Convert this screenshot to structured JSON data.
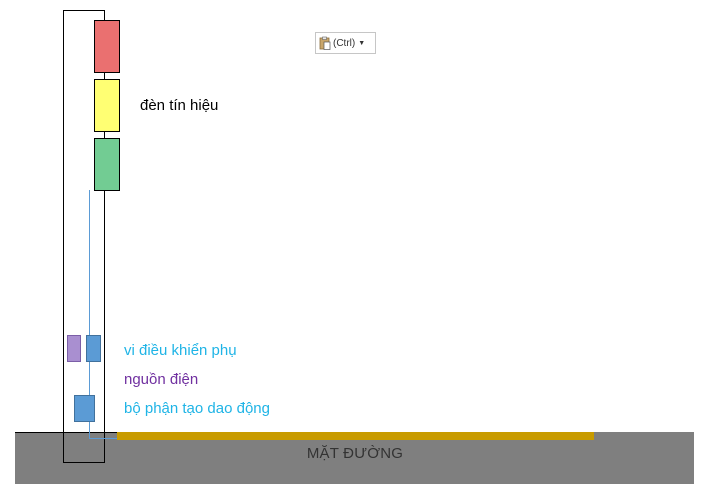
{
  "labels": {
    "traffic_light": "đèn tín hiệu",
    "microcontroller": "vi điều khiển phụ",
    "power_source": "nguồn điện",
    "oscillator": "bộ phận tạo dao động",
    "road": "MẶT ĐƯỜNG"
  },
  "paste_options": {
    "label": "(Ctrl)",
    "icon": "clipboard-paste-icon"
  },
  "colors": {
    "red_light": "#ea7070",
    "yellow_light": "#ffff73",
    "green_light": "#72cc93",
    "mcu_label": "#1fb4e6",
    "power_label": "#7030a0",
    "road": "#7f7f7f",
    "road_strip": "#c89b00",
    "wire": "#5b9bd5"
  }
}
